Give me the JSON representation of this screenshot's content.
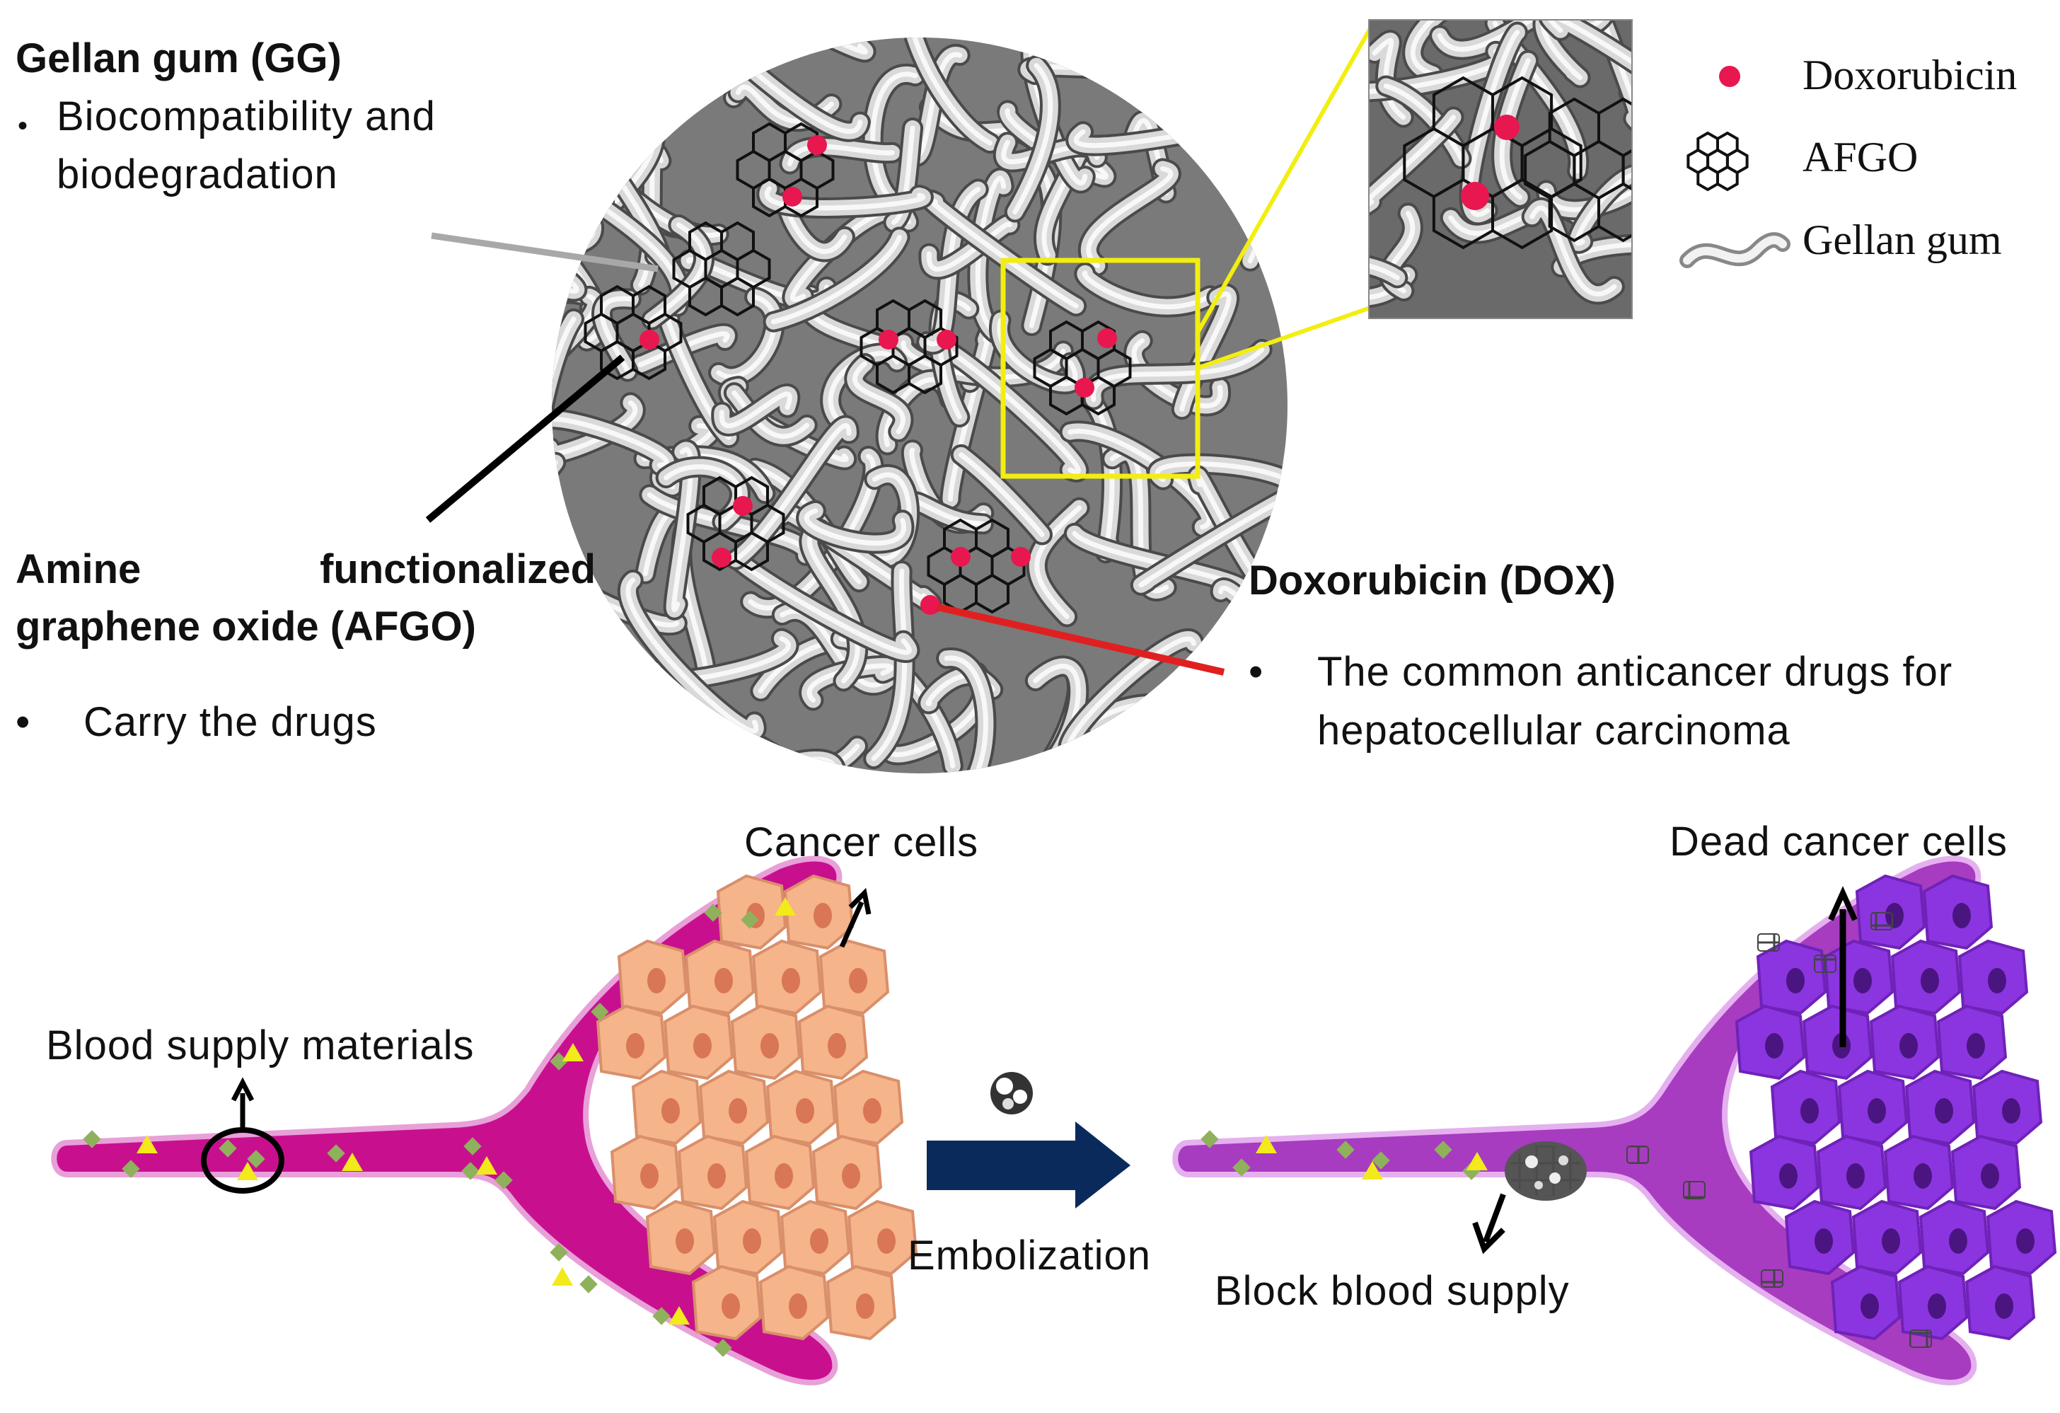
{
  "colors": {
    "doxorubicin": "#e8174f",
    "afgo": "#111111",
    "gellan_gum": "#d9d9d9",
    "bead_background": "#7a7a7a",
    "highlight_box": "#f2ee10",
    "vessel_before": "#c8108f",
    "vessel_after": "#a73cc0",
    "cancer_cells": "#f5b48a",
    "dead_cells": "#8b35e0",
    "embolization_arrow": "#0b2a5c",
    "dox_pointer": "#e02020",
    "green_diamond": "#8fb15c",
    "yellow_triangle": "#f2ea1a"
  },
  "legend": {
    "doxorubicin": "Doxorubicin",
    "afgo": "AFGO",
    "gellan_gum": "Gellan gum"
  },
  "gg": {
    "title": "Gellan gum (GG)",
    "bullet": "•",
    "line1": "Biocompatibility and",
    "line2": "biodegradation"
  },
  "afgo": {
    "title_word1": "Amine",
    "title_word2": "functionalized",
    "title_line2": "graphene oxide (AFGO)",
    "bullet": "•",
    "desc": "Carry the drugs"
  },
  "dox": {
    "title": "Doxorubicin (DOX)",
    "bullet": "•",
    "line1": "The common anticancer drugs for",
    "line2": "hepatocellular carcinoma"
  },
  "bottom": {
    "cancer_cells": "Cancer cells",
    "blood_supply_materials": "Blood supply materials",
    "embolization": "Embolization",
    "dead_cancer_cells": "Dead cancer cells",
    "block_blood_supply": "Block blood supply"
  }
}
